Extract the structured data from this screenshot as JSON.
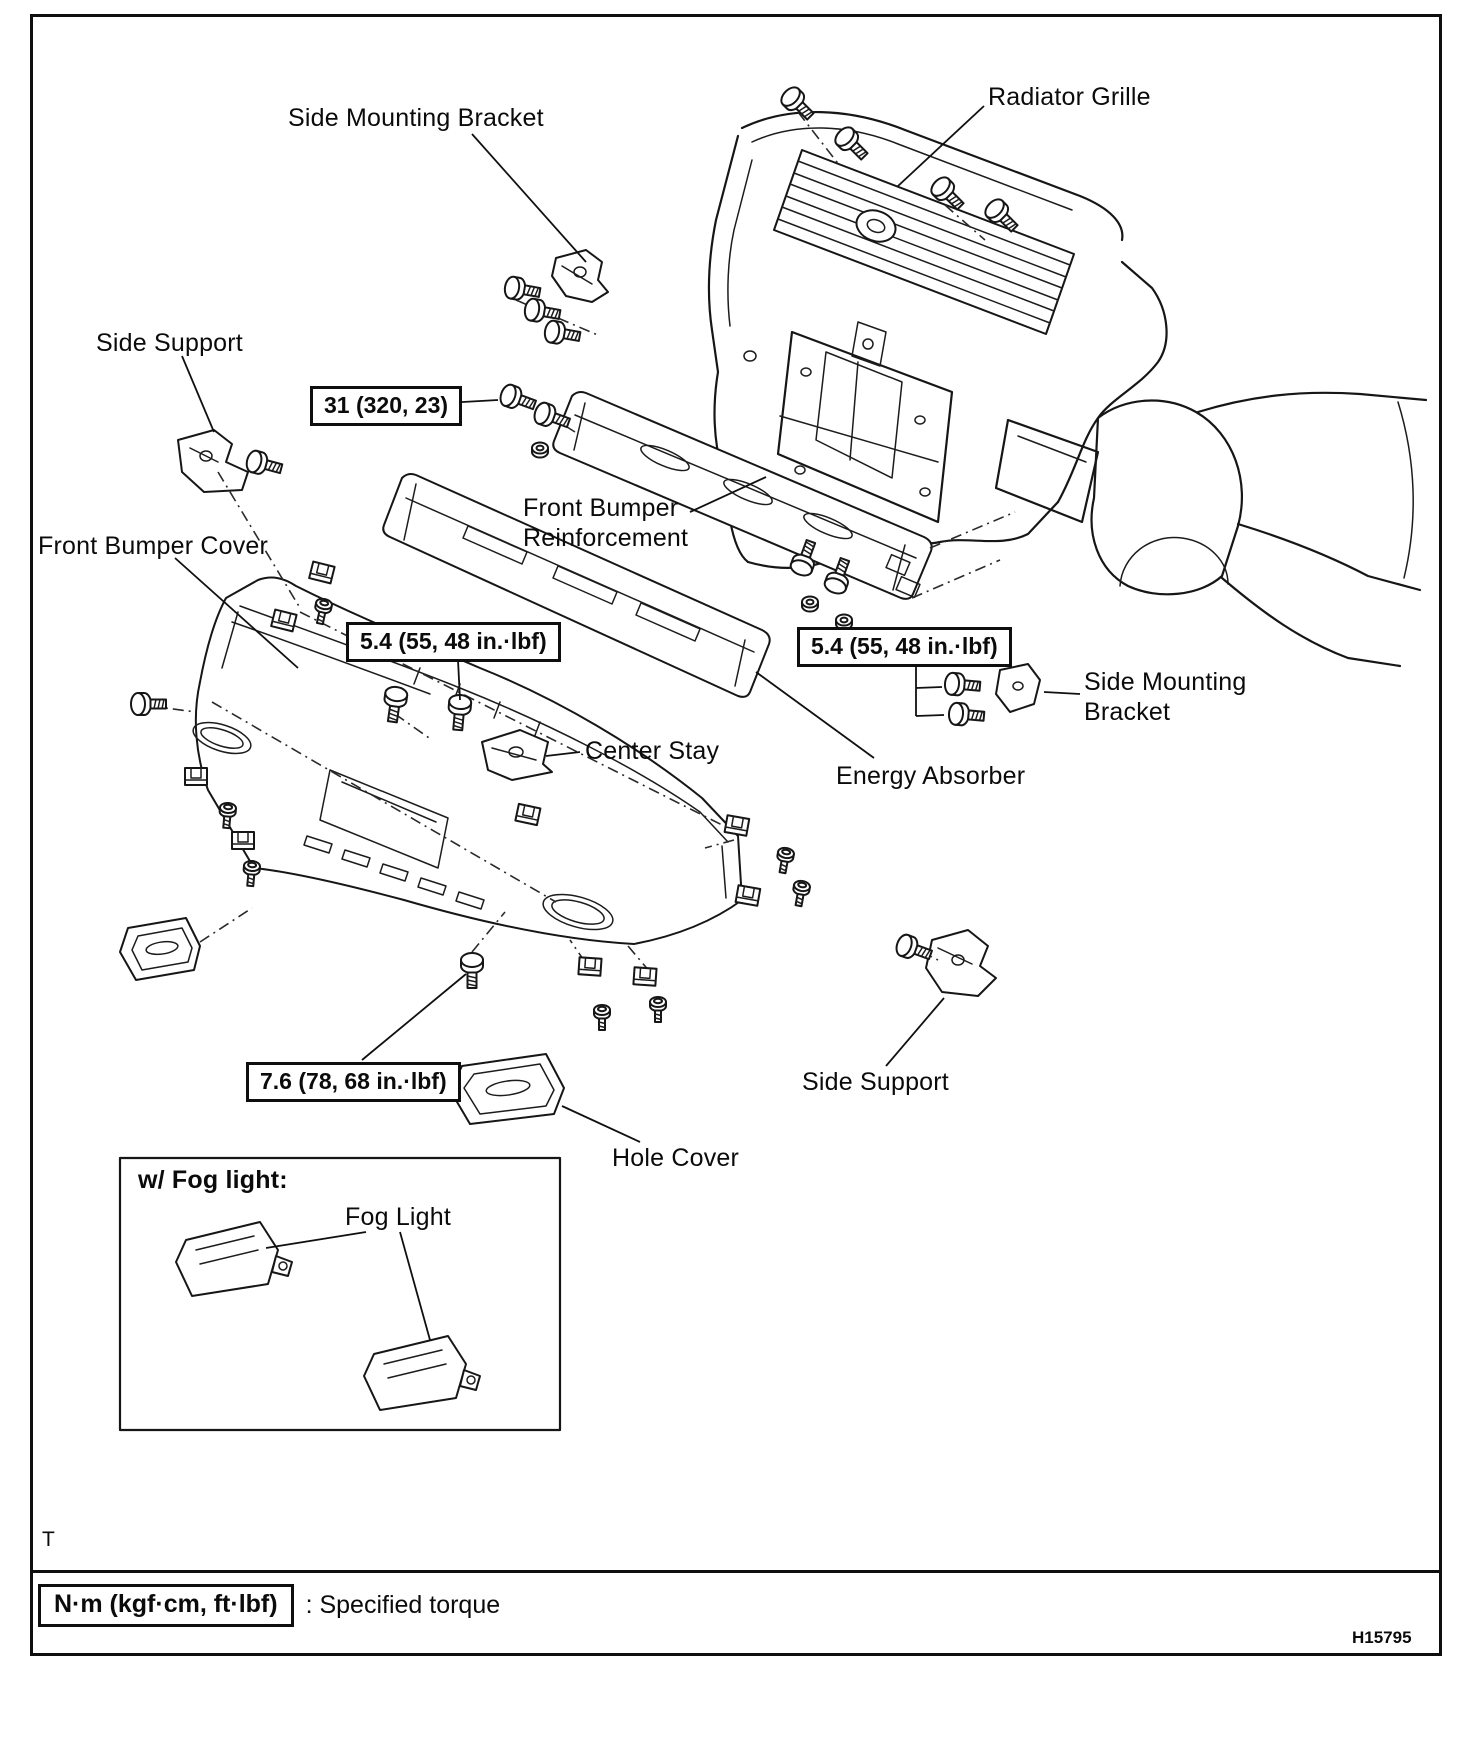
{
  "page": {
    "corner_letter": "T",
    "figure_code": "H15795"
  },
  "legend": {
    "unit_box": "N·m (kgf·cm, ft·lbf)",
    "description": ": Specified torque"
  },
  "labels": {
    "side_mounting_bracket_top": "Side Mounting Bracket",
    "radiator_grille": "Radiator Grille",
    "side_support_left": "Side Support",
    "front_bumper_cover": "Front Bumper Cover",
    "front_bumper_reinforcement": "Front Bumper\nReinforcement",
    "center_stay": "Center Stay",
    "energy_absorber": "Energy Absorber",
    "side_mounting_bracket_right": "Side Mounting\nBracket",
    "side_support_right": "Side Support",
    "hole_cover": "Hole Cover",
    "fog_light_section": "w/ Fog light:",
    "fog_light": "Fog Light"
  },
  "torque_specs": {
    "front_bumper_reinforcement_bolt": "31 (320, 23)",
    "energy_absorber_left": "5.4 (55, 48 in.·lbf)",
    "energy_absorber_right": "5.4 (55, 48 in.·lbf)",
    "bumper_cover_bolt": "7.6 (78, 68 in.·lbf)"
  },
  "colors": {
    "ink": "#111111",
    "paper": "#ffffff"
  }
}
